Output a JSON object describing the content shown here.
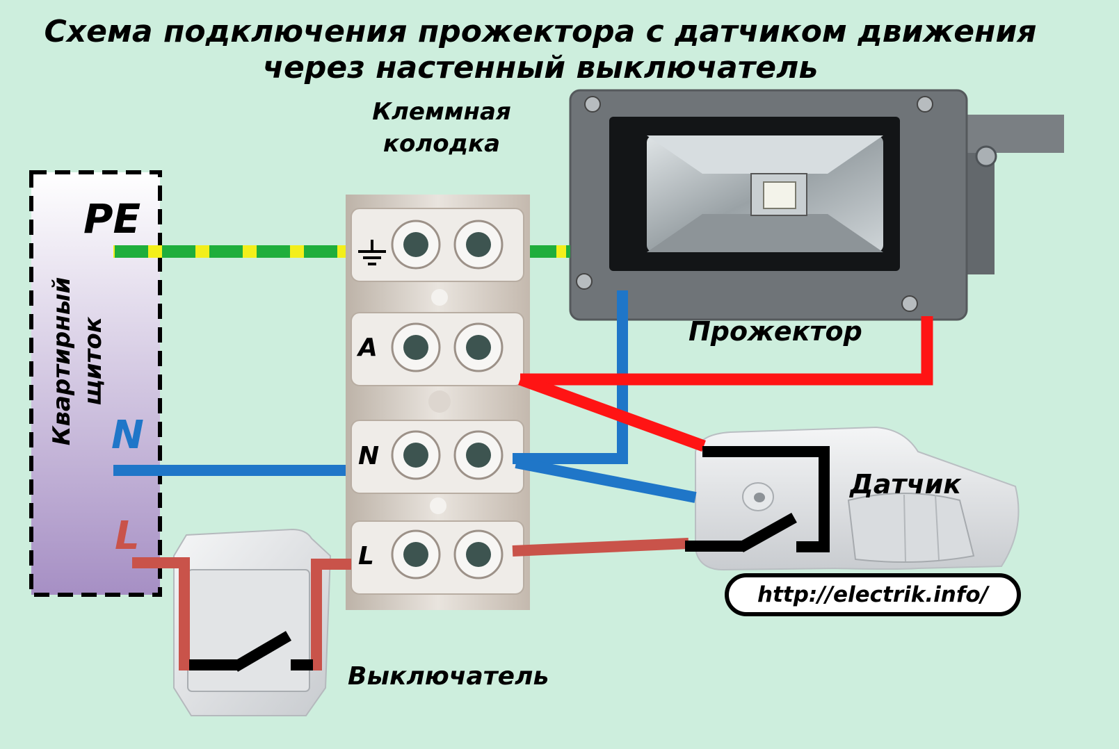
{
  "title_line1": "Схема подключения прожектора с датчиком движения",
  "title_line2": "через настенный выключатель",
  "terminal_block_label_line1": "Клеммная",
  "terminal_block_label_line2": "колодка",
  "panel_label_line1": "Квартирный",
  "panel_label_line2": "щиток",
  "panel_pe": "PE",
  "panel_n": "N",
  "panel_l": "L",
  "terminal_a": "A",
  "terminal_n": "N",
  "terminal_l": "L",
  "floodlight_label": "Прожектор",
  "sensor_label": "Датчик",
  "switch_label": "Выключатель",
  "url": "http://electrik.info/",
  "colors": {
    "background": "#cdeedd",
    "pe_green": "#1fae3c",
    "pe_yellow": "#f3ef1b",
    "neutral_blue": "#1f76c8",
    "phase_red": "#ff1414",
    "phase_dark_red": "#c9534a",
    "panel_top": "#ffffff",
    "panel_bottom": "#a68fc4"
  }
}
